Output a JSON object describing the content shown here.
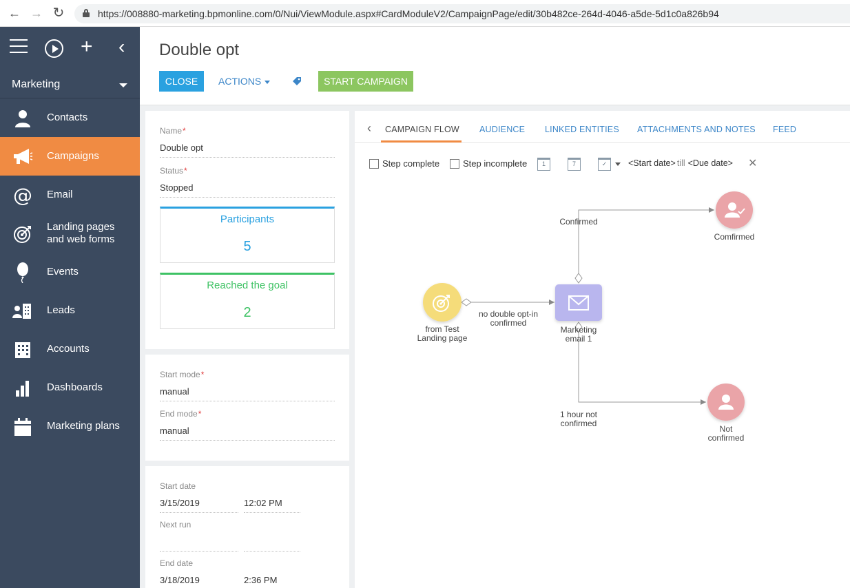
{
  "browser": {
    "url": "https://008880-marketing.bpmonline.com/0/Nui/ViewModule.aspx#CardModuleV2/CampaignPage/edit/30b482ce-264d-4046-a5de-5d1c0a826b94",
    "back_icon": "←",
    "forward_icon": "→",
    "reload_icon": "↻"
  },
  "sidebar": {
    "section": "Marketing",
    "items": [
      {
        "label": "Contacts",
        "icon": "person-icon"
      },
      {
        "label": "Campaigns",
        "icon": "megaphone-icon",
        "active": true
      },
      {
        "label": "Email",
        "icon": "at-icon"
      },
      {
        "label_line1": "Landing pages",
        "label_line2": "and web forms",
        "icon": "target-icon"
      },
      {
        "label": "Events",
        "icon": "balloon-icon"
      },
      {
        "label": "Leads",
        "icon": "leads-icon"
      },
      {
        "label": "Accounts",
        "icon": "building-icon"
      },
      {
        "label": "Dashboards",
        "icon": "bar-chart-icon"
      },
      {
        "label": "Marketing plans",
        "icon": "calendar-icon"
      }
    ]
  },
  "header": {
    "title": "Double opt",
    "close_label": "CLOSE",
    "actions_label": "ACTIONS",
    "start_label": "START CAMPAIGN"
  },
  "details": {
    "name_label": "Name",
    "name_value": "Double opt",
    "status_label": "Status",
    "status_value": "Stopped",
    "participants_label": "Participants",
    "participants_value": "5",
    "goal_label": "Reached the goal",
    "goal_value": "2",
    "start_mode_label": "Start mode",
    "start_mode_value": "manual",
    "end_mode_label": "End mode",
    "end_mode_value": "manual",
    "start_date_label": "Start date",
    "start_date_value": "3/15/2019",
    "start_time_value": "12:02 PM",
    "next_run_label": "Next run",
    "end_date_label": "End date",
    "end_date_value": "3/18/2019",
    "end_time_value": "2:36 PM"
  },
  "tabs": [
    {
      "label": "CAMPAIGN FLOW",
      "active": true
    },
    {
      "label": "AUDIENCE"
    },
    {
      "label": "LINKED ENTITIES"
    },
    {
      "label": "ATTACHMENTS AND NOTES"
    },
    {
      "label": "FEED"
    }
  ],
  "filters": {
    "step_complete": "Step complete",
    "step_incomplete": "Step incomplete",
    "cal1": "1",
    "cal7": "7",
    "start_date": "<Start date>",
    "till": "till",
    "due_date": "<Due date>",
    "clear": "✕"
  },
  "flow": {
    "source_line1": "from Test",
    "source_line2": "Landing page",
    "email_line1": "Marketing",
    "email_line2": "email 1",
    "edge_no_optin_line1": "no double opt-in",
    "edge_no_optin_line2": "confirmed",
    "edge_confirmed": "Confirmed",
    "target_confirmed": "Comfirmed",
    "edge_not_confirmed_line1": "1 hour not",
    "edge_not_confirmed_line2": "confirmed",
    "target_not_line1": "Not",
    "target_not_line2": "confirmed",
    "colors": {
      "source": "#f5dc7a",
      "email": "#b9b6ee",
      "target": "#eaa4a8",
      "line": "#999999"
    }
  }
}
